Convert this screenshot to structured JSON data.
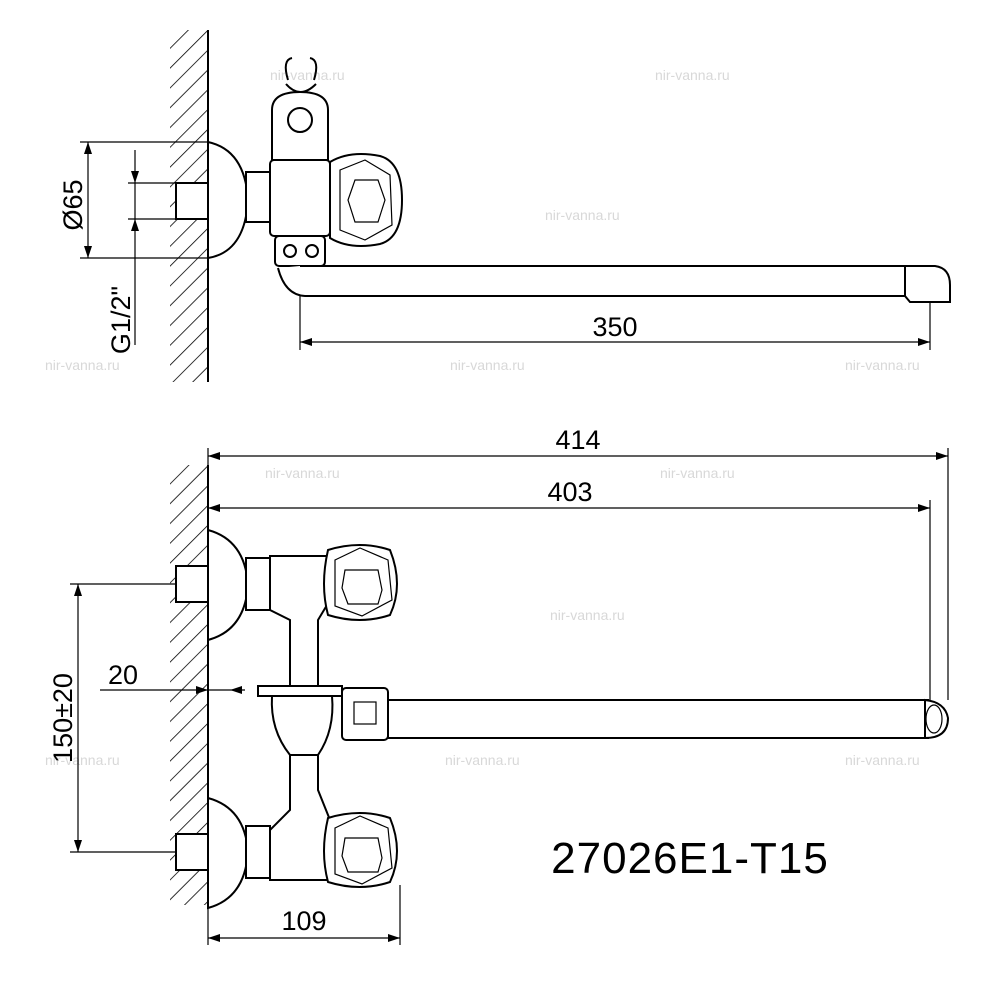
{
  "dimensions": {
    "flange_diameter": "Ø65",
    "thread": "G1/2\"",
    "spout_reach": "350",
    "overall_length": "414",
    "length_to_outlet": "403",
    "wall_offset": "20",
    "inlet_spacing": "150±20",
    "body_depth": "109"
  },
  "model_number": "27026E1-T15",
  "watermark": "nir-vanna.ru"
}
